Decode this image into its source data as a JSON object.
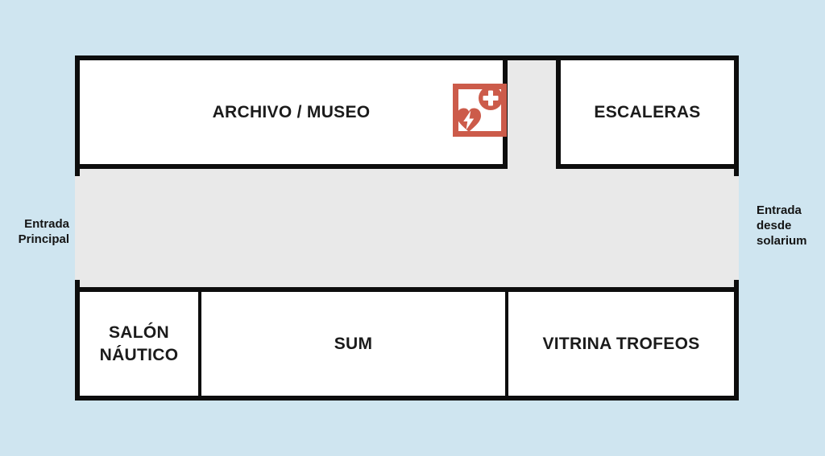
{
  "page": {
    "background_color": "#cfe5f0",
    "wall_color": "#0d0d0d",
    "corridor_color": "#e9e9e9",
    "room_fill": "#ffffff"
  },
  "floorplan": {
    "rooms": {
      "archivo_museo": {
        "label": "ARCHIVO / MUSEO"
      },
      "escaleras": {
        "label": "ESCALERAS"
      },
      "salon_nautico": {
        "label": "SALÓN NÁUTICO"
      },
      "sum": {
        "label": "SUM"
      },
      "vitrina_trofeos": {
        "label": "VITRINA TROFEOS"
      }
    },
    "entrances": {
      "principal": {
        "label": "Entrada Principal"
      },
      "solarium": {
        "label": "Entrada desde solarium"
      }
    },
    "aed_icon": {
      "name": "defibrillator-aed-icon",
      "color": "#cc5b4a"
    }
  }
}
